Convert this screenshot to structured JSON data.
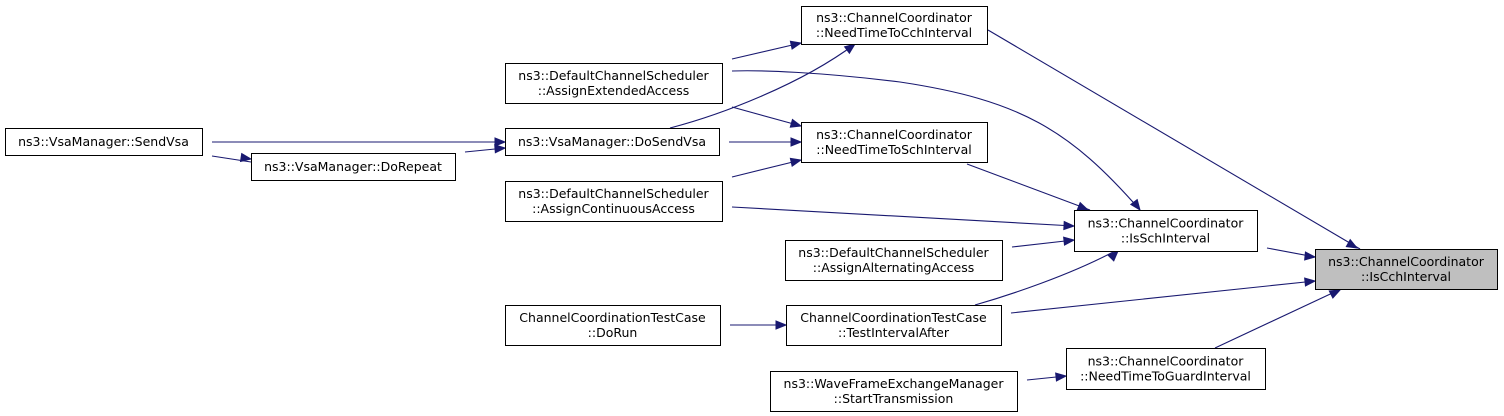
{
  "graph": {
    "colors": {
      "edge": "#191970",
      "node_border": "#000000",
      "node_fill": "#ffffff",
      "selected_fill": "#bfbfbf"
    },
    "nodes": {
      "send_vsa": {
        "lines": [
          "ns3::VsaManager::SendVsa"
        ]
      },
      "do_repeat": {
        "lines": [
          "ns3::VsaManager::DoRepeat"
        ]
      },
      "do_send_vsa": {
        "lines": [
          "ns3::VsaManager::DoSendVsa"
        ]
      },
      "assign_extended": {
        "lines": [
          "ns3::DefaultChannelScheduler",
          "::AssignExtendedAccess"
        ]
      },
      "assign_continuous": {
        "lines": [
          "ns3::DefaultChannelScheduler",
          "::AssignContinuousAccess"
        ]
      },
      "do_run": {
        "lines": [
          "ChannelCoordinationTestCase",
          "::DoRun"
        ]
      },
      "need_cch": {
        "lines": [
          "ns3::ChannelCoordinator",
          "::NeedTimeToCchInterval"
        ]
      },
      "need_sch": {
        "lines": [
          "ns3::ChannelCoordinator",
          "::NeedTimeToSchInterval"
        ]
      },
      "assign_alternating": {
        "lines": [
          "ns3::DefaultChannelScheduler",
          "::AssignAlternatingAccess"
        ]
      },
      "test_interval_after": {
        "lines": [
          "ChannelCoordinationTestCase",
          "::TestIntervalAfter"
        ]
      },
      "start_transmission": {
        "lines": [
          "ns3::WaveFrameExchangeManager",
          "::StartTransmission"
        ]
      },
      "is_sch_interval": {
        "lines": [
          "ns3::ChannelCoordinator",
          "::IsSchInterval"
        ]
      },
      "need_guard": {
        "lines": [
          "ns3::ChannelCoordinator",
          "::NeedTimeToGuardInterval"
        ]
      },
      "is_cch_interval": {
        "lines": [
          "ns3::ChannelCoordinator",
          "::IsCchInterval"
        ],
        "selected": true
      }
    },
    "edges": [
      {
        "from": "do_send_vsa",
        "to": "send_vsa"
      },
      {
        "from": "do_repeat",
        "to": "send_vsa"
      },
      {
        "from": "do_send_vsa",
        "to": "do_repeat"
      },
      {
        "from": "need_cch",
        "to": "assign_extended"
      },
      {
        "from": "need_cch",
        "to": "do_send_vsa"
      },
      {
        "from": "need_sch",
        "to": "assign_extended"
      },
      {
        "from": "need_sch",
        "to": "do_send_vsa"
      },
      {
        "from": "need_sch",
        "to": "assign_continuous"
      },
      {
        "from": "test_interval_after",
        "to": "do_run"
      },
      {
        "from": "is_sch_interval",
        "to": "assign_extended"
      },
      {
        "from": "is_sch_interval",
        "to": "need_sch"
      },
      {
        "from": "is_sch_interval",
        "to": "assign_continuous"
      },
      {
        "from": "is_sch_interval",
        "to": "assign_alternating"
      },
      {
        "from": "is_sch_interval",
        "to": "test_interval_after"
      },
      {
        "from": "need_guard",
        "to": "start_transmission"
      },
      {
        "from": "is_cch_interval",
        "to": "need_cch"
      },
      {
        "from": "is_cch_interval",
        "to": "is_sch_interval"
      },
      {
        "from": "is_cch_interval",
        "to": "test_interval_after"
      },
      {
        "from": "is_cch_interval",
        "to": "need_guard"
      }
    ]
  }
}
